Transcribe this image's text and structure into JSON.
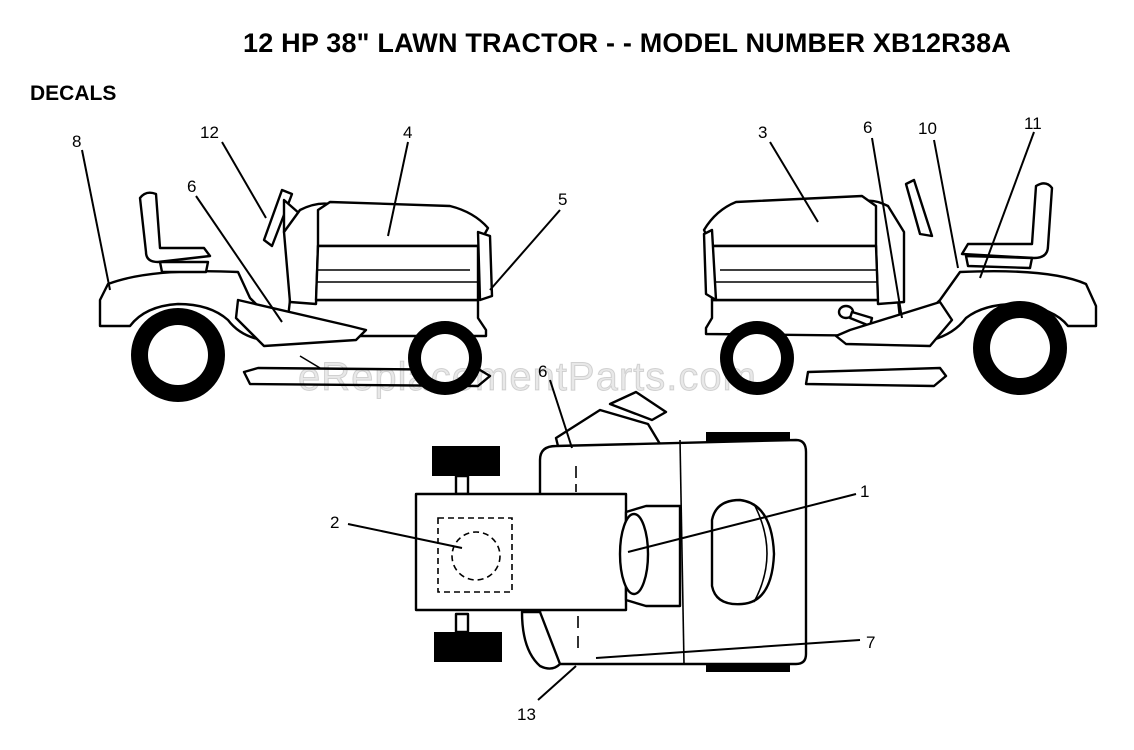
{
  "title": "12 HP 38\" LAWN TRACTOR - - MODEL NUMBER XB12R38A",
  "section_label": "DECALS",
  "watermark": "eReplacementParts.com",
  "callouts": {
    "c8": "8",
    "c12": "12",
    "c4": "4",
    "c6a": "6",
    "c5": "5",
    "c3": "3",
    "c6b": "6",
    "c10": "10",
    "c11": "11",
    "c6c": "6",
    "c1": "1",
    "c2": "2",
    "c7": "7",
    "c13": "13"
  }
}
